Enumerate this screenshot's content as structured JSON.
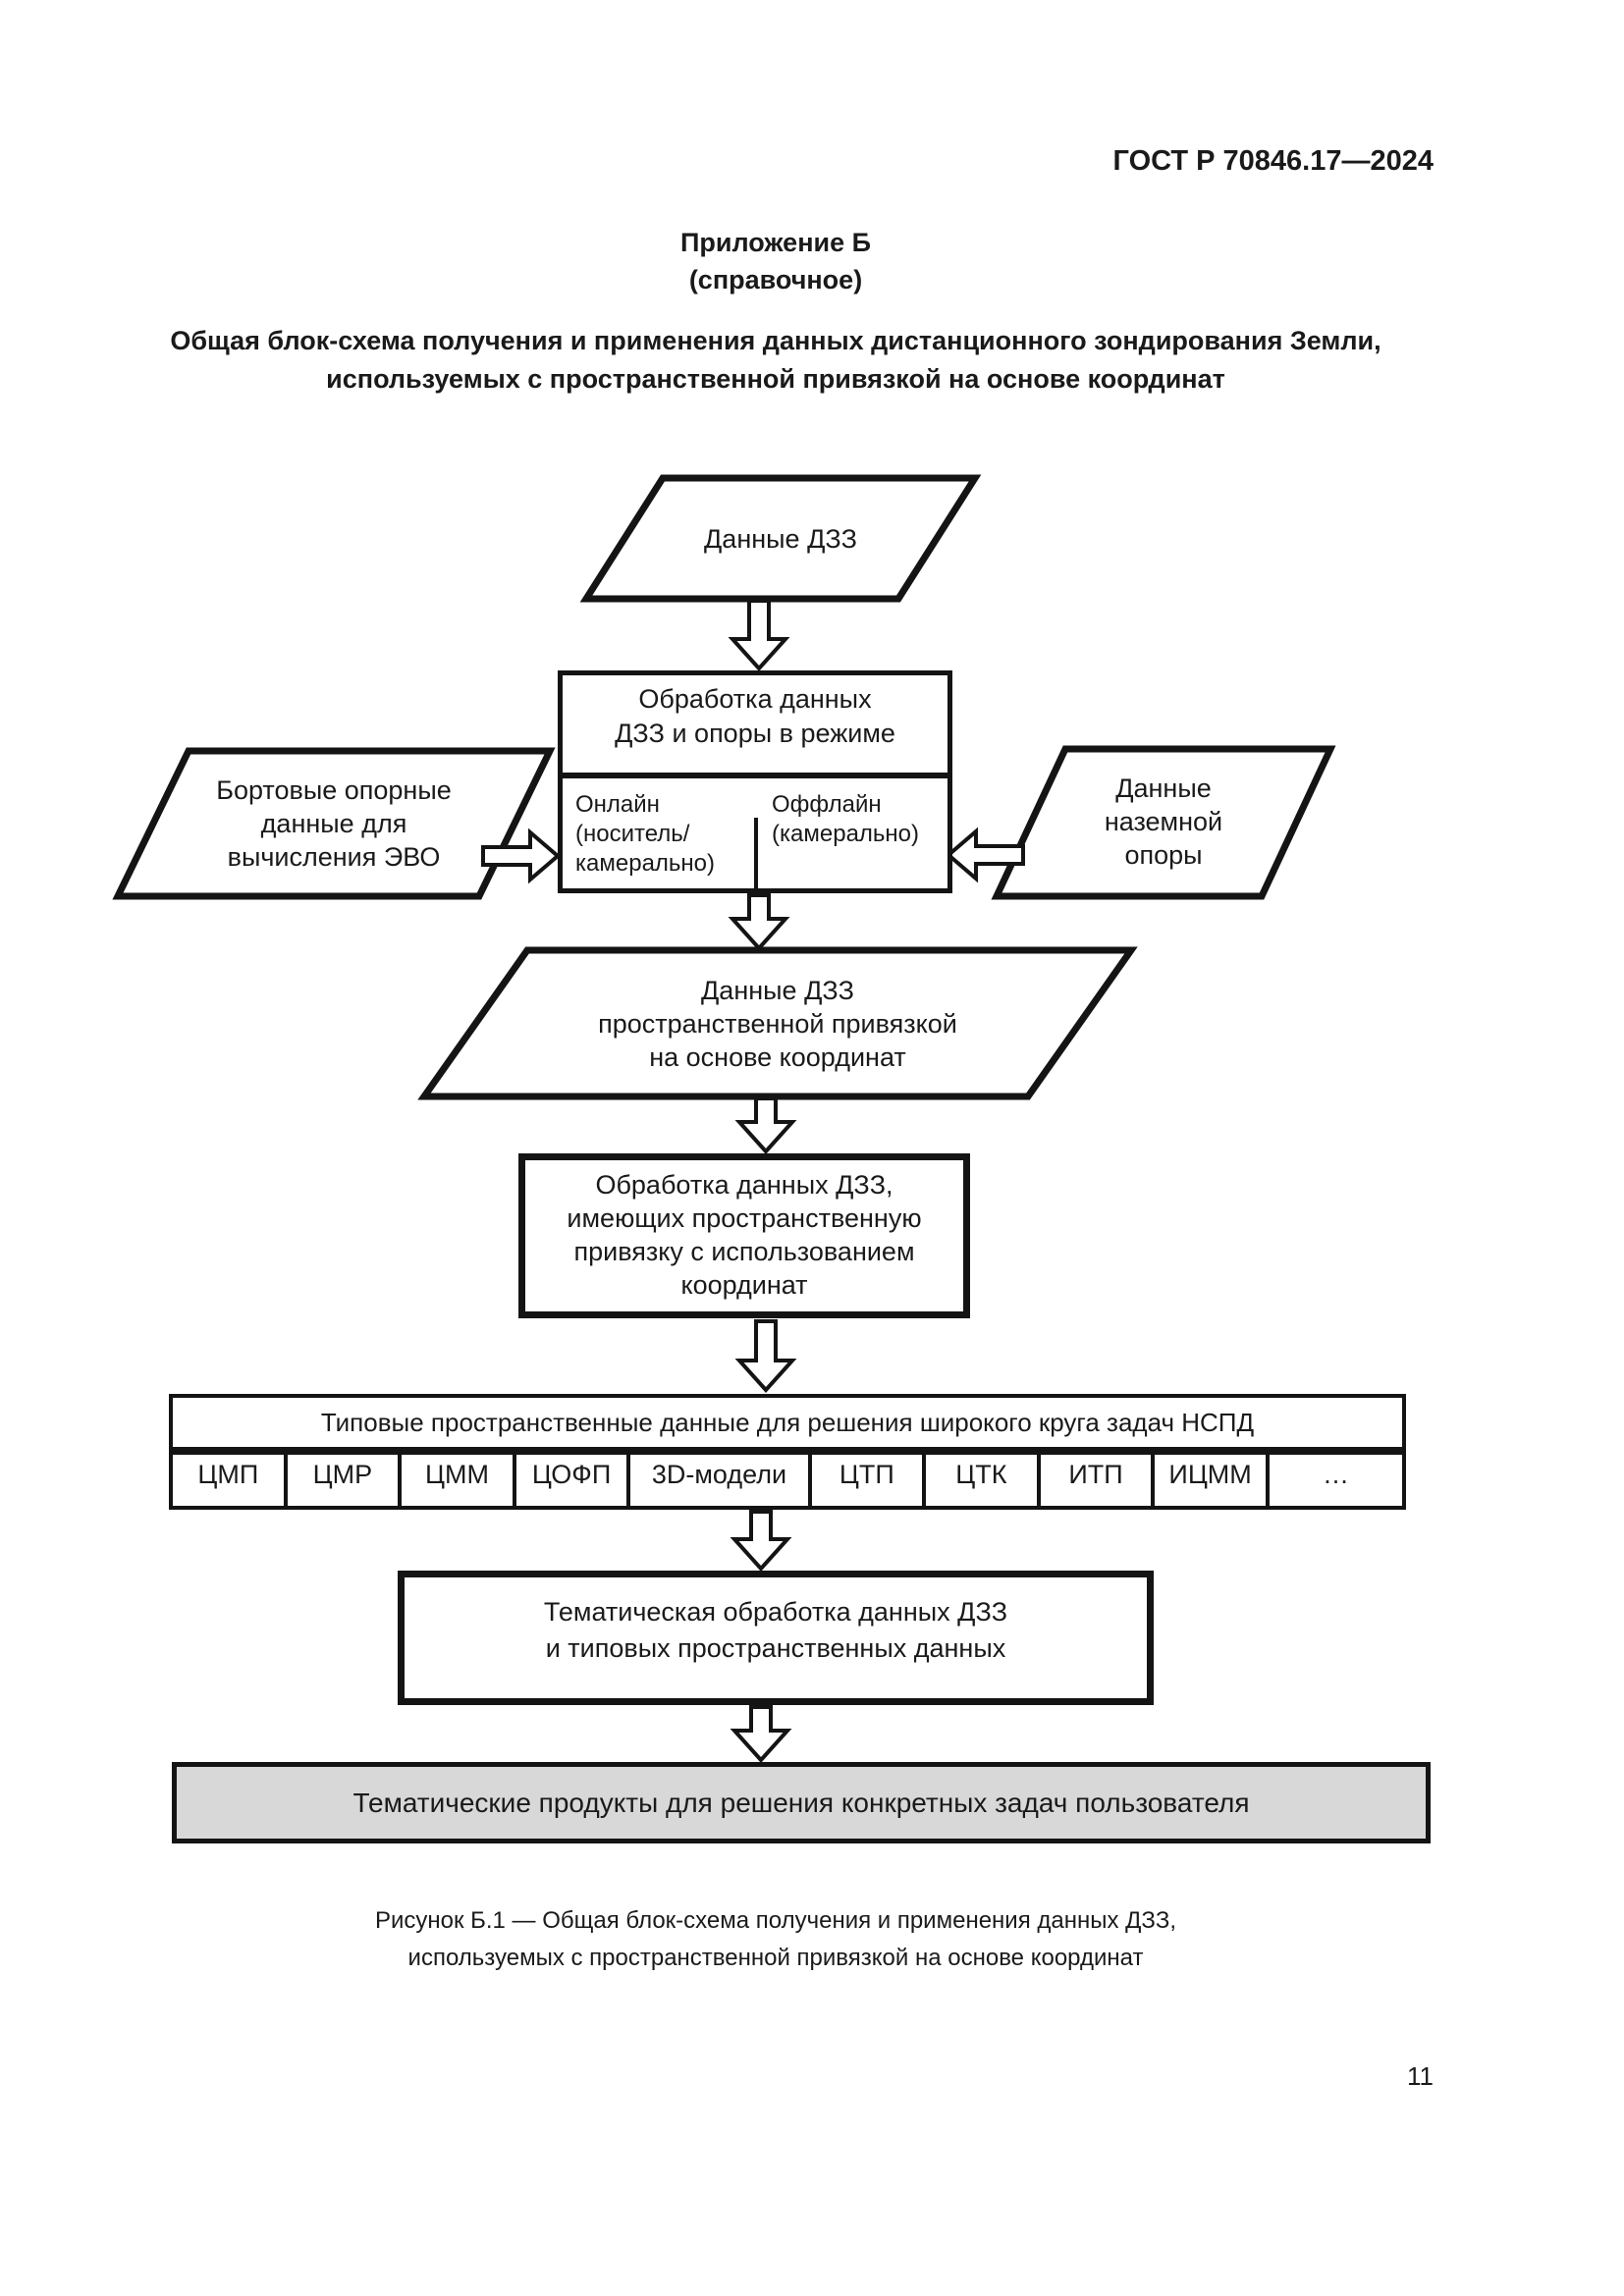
{
  "page": {
    "doc_number": "ГОСТ Р 70846.17—2024",
    "page_number": "11"
  },
  "appendix": {
    "title": "Приложение Б",
    "subtitle": "(справочное)",
    "heading_line1": "Общая блок-схема получения и применения данных дистанционного зондирования Земли,",
    "heading_line2": "используемых с пространственной привязкой на основе координат"
  },
  "flowchart": {
    "dzz_data": {
      "label": "Данные ДЗЗ"
    },
    "processing_mode": {
      "line1": "Обработка данных",
      "line2": "ДЗЗ и опоры в режиме"
    },
    "mode_online": {
      "line1": "Онлайн",
      "line2": "(носитель/",
      "line3": "камерально)"
    },
    "mode_offline": {
      "line1": "Оффлайн",
      "line2": "(камерально)"
    },
    "onboard_data": {
      "line1": "Бортовые опорные",
      "line2": "данные для",
      "line3": "вычисления ЭВО"
    },
    "ground_data": {
      "line1": "Данные",
      "line2": "наземной",
      "line3": "опоры"
    },
    "georef_data": {
      "line1": "Данные ДЗЗ",
      "line2": "пространственной привязкой",
      "line3": "на основе координат"
    },
    "processing_georef": {
      "line1": "Обработка данных ДЗЗ,",
      "line2": "имеющих пространственную",
      "line3": "привязку с использованием",
      "line4": "координат"
    },
    "typical_data_header": "Типовые пространственные данные для решения широкого круга задач НСПД",
    "typical_data_cells": [
      "ЦМП",
      "ЦМР",
      "ЦММ",
      "ЦОФП",
      "3D-модели",
      "ЦТП",
      "ЦТК",
      "ИТП",
      "ИЦММ",
      "…"
    ],
    "thematic_processing": {
      "line1": "Тематическая обработка данных ДЗЗ",
      "line2": "и типовых пространственных данных"
    },
    "thematic_products": {
      "label": "Тематические продукты для решения конкретных задач пользователя"
    }
  },
  "caption": {
    "line1": "Рисунок Б.1 — Общая блок-схема получения и применения данных ДЗЗ,",
    "line2": "используемых с пространственной привязкой на основе координат"
  },
  "colors": {
    "line": "#141414",
    "products_fill": "#d8d8d8"
  }
}
